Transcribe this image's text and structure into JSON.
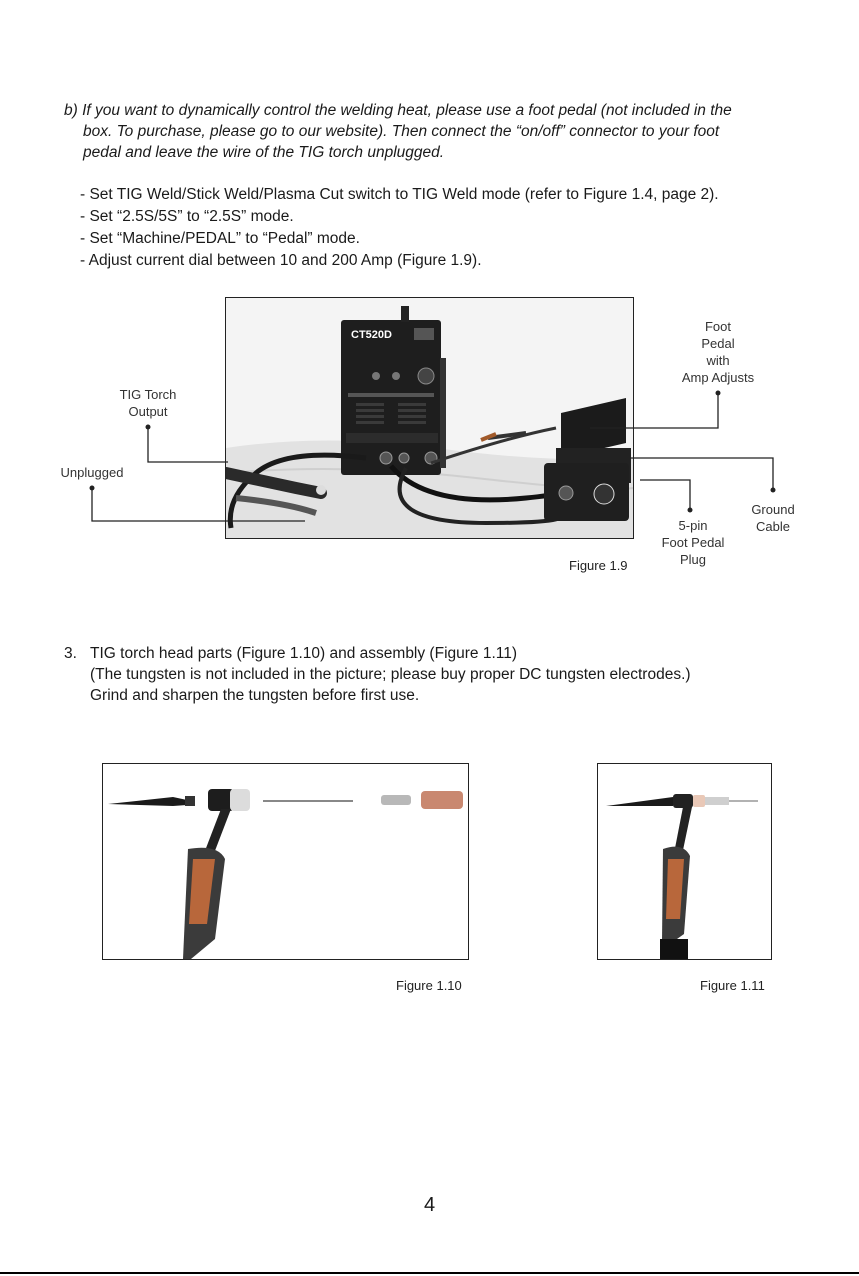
{
  "intro": {
    "line1": "b) If you want to dynamically control the welding heat, please use a foot pedal (not included in the",
    "line2": "box. To purchase, please go to our website). Then connect the “on/off” connector to your foot",
    "line3": "pedal and leave the wire of the TIG torch unplugged."
  },
  "steps": [
    "- Set TIG Weld/Stick Weld/Plasma Cut switch to TIG Weld mode (refer to Figure 1.4, page 2).",
    "- Set “2.5S/5S” to “2.5S” mode.",
    "- Set “Machine/PEDAL” to “Pedal” mode.",
    "- Adjust current dial between 10 and 200 Amp (Figure 1.9)."
  ],
  "figure_1_9": {
    "caption": "Figure 1.9",
    "machine_model": "CT520D",
    "labels": {
      "tig_torch_output": [
        "TIG Torch",
        "Output"
      ],
      "unplugged": "Unplugged",
      "foot_pedal": [
        "Foot",
        "Pedal",
        "with",
        "Amp Adjusts"
      ],
      "ground_cable": [
        "Ground",
        "Cable"
      ],
      "pin_plug": [
        "5-pin",
        "Foot Pedal",
        "Plug"
      ]
    }
  },
  "section3": {
    "number": "3.",
    "line1": "TIG torch head parts (Figure 1.10) and assembly (Figure 1.11)",
    "line2": "(The tungsten is not included in the picture; please buy proper DC  tungsten electrodes.)",
    "line3": "Grind and sharpen the tungsten before first use."
  },
  "figure_1_10": {
    "caption": "Figure 1.10"
  },
  "figure_1_11": {
    "caption": "Figure 1.11"
  },
  "page_number": "4"
}
